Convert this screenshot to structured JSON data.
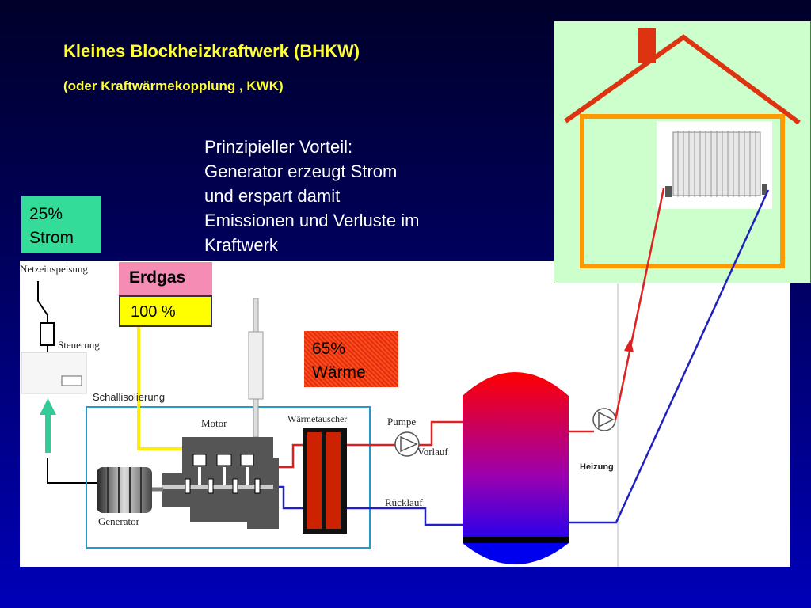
{
  "title": "Kleines Blockheizkraftwerk (BHKW)",
  "subtitle": "(oder Kraftwärmekopplung , KWK)",
  "advantage_lines": [
    "Prinzipieller Vorteil:",
    "Generator erzeugt Strom",
    "und erspart damit",
    "Emissionen und Verluste im",
    "Kraftwerk"
  ],
  "power": {
    "pct": "25%",
    "label": "Strom"
  },
  "gas": {
    "label": "Erdgas",
    "pct": "100 %"
  },
  "heat": {
    "pct": "65%",
    "label": "Wärme"
  },
  "diagram_labels": {
    "grid_feed": "Netzeinspeisung",
    "control": "Steuerung",
    "sound_insulation": "Schallisolierung",
    "engine": "Motor",
    "heat_exchanger": "Wärmetauscher",
    "pump": "Pumpe",
    "flow": "Vorlauf",
    "return": "Rücklauf",
    "generator": "Generator",
    "heating": "Heizung"
  },
  "colors": {
    "title": "#ffff33",
    "power_box": "#33dd99",
    "gas_box": "#f58cb4",
    "gas_pct_box": "#ffff00",
    "heat_box": "#ff4a1a",
    "flow_pipe": "#e02020",
    "return_pipe": "#2020c0",
    "house_roof": "#dd3311",
    "house_wall": "#ff9900"
  }
}
